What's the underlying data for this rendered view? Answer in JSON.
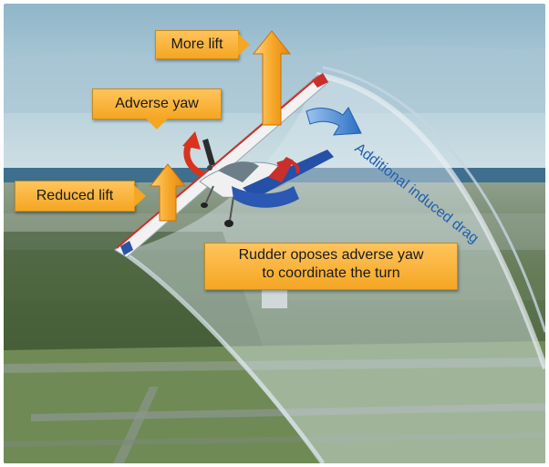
{
  "labels": {
    "more_lift": "More lift",
    "adverse_yaw": "Adverse yaw",
    "reduced_lift": "Reduced lift",
    "induced_drag": "Additional induced drag",
    "rudder_line1": "Rudder oposes adverse yaw",
    "rudder_line2": "to coordinate the turn"
  },
  "colors": {
    "callout": "#f5a623",
    "lift_arrow": "#f29a1d",
    "yaw_arrow": "#d9321f",
    "drag_arrow": "#2b6fc4",
    "drag_text": "#1f5fb0"
  },
  "icons": {
    "lift_arrow": "up-arrow-icon",
    "yaw_arrow": "curved-arrow-icon",
    "drag_arrow": "curved-right-arrow-icon"
  }
}
